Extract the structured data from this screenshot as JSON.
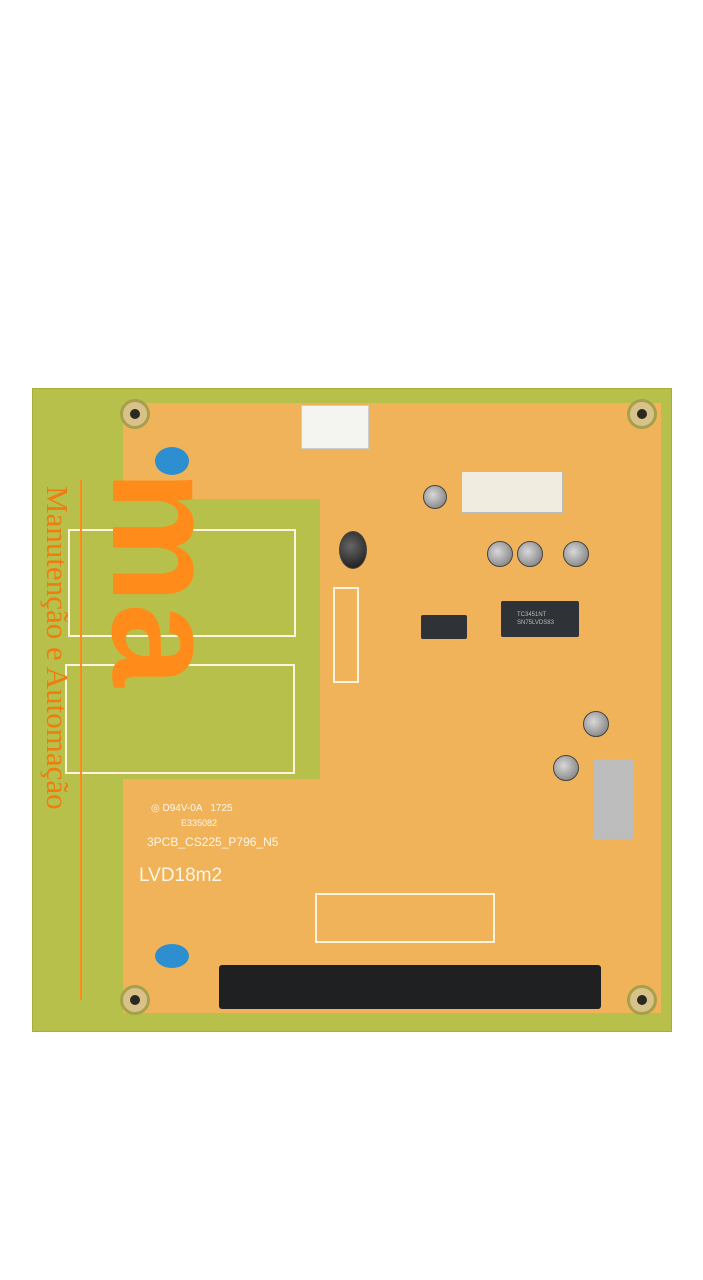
{
  "board": {
    "ul_marking": "D94V-0A",
    "date_code": "1725",
    "ul_file": "E335082",
    "part_number": "3PCB_CS225_P796_N5",
    "model": "LVD18m2",
    "chip_label_1": "TC3451NT",
    "chip_label_2": "SN75LVDS83"
  },
  "watermark": {
    "logo": "ma",
    "text": "Manutenção e Automação",
    "color": "#ff8c1a"
  }
}
